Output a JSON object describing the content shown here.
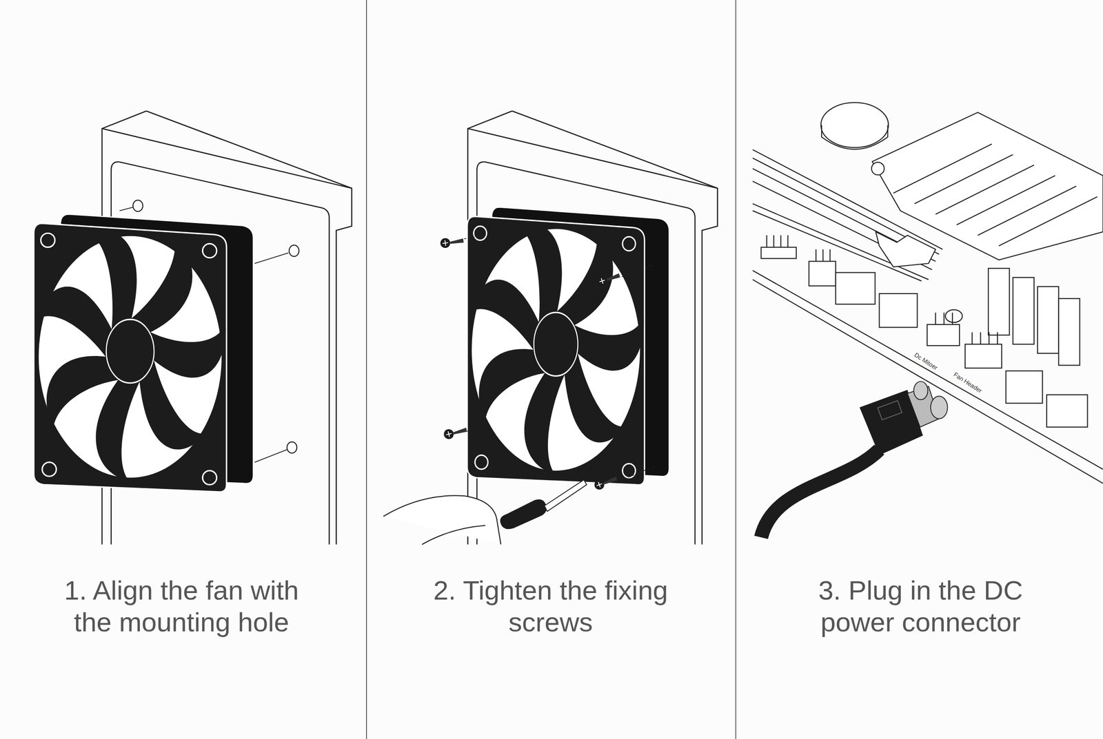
{
  "diagram": {
    "labels": [
      "1. Align the fan with the mounting hole",
      "2. Tighten the fixing screws",
      "3. Plug in the DC power connector",
      "Dc Mitoer",
      "Fan Header"
    ]
  }
}
